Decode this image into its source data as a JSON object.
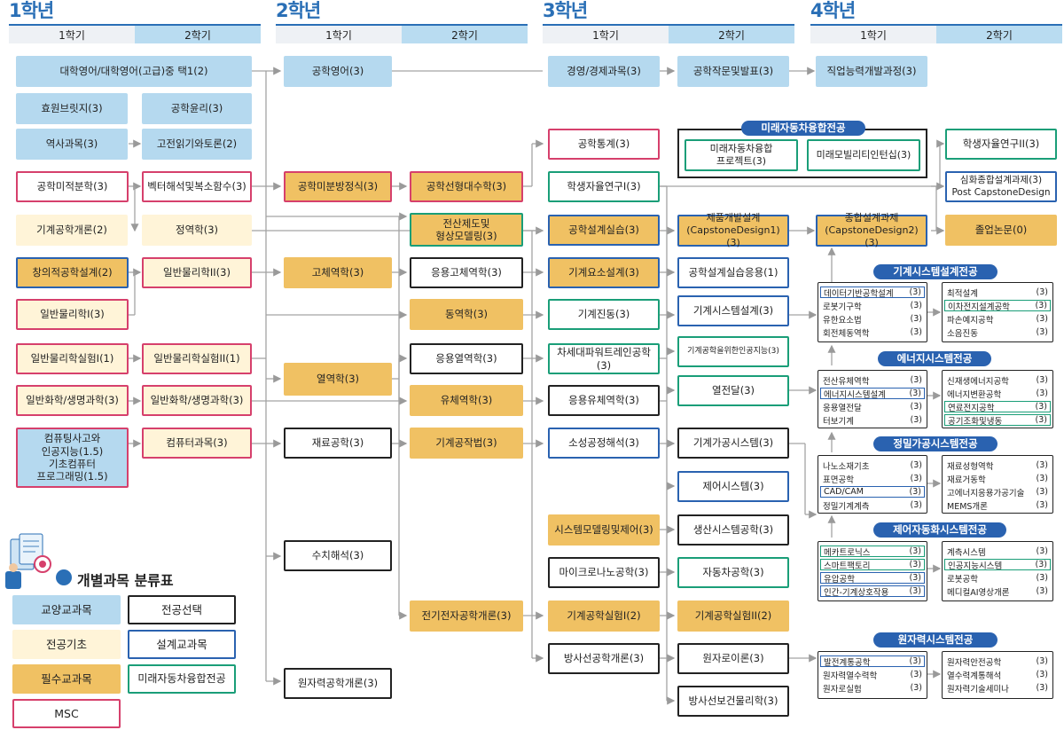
{
  "years": [
    {
      "label": "1학년"
    },
    {
      "label": "2학년"
    },
    {
      "label": "3학년"
    },
    {
      "label": "4학년"
    }
  ],
  "semesters": {
    "s1": "1학기",
    "s2": "2학기"
  },
  "courses": {
    "c_engl": "대학영어/대학영어(고급)중 택1(2)",
    "c_bridge": "효원브릿지(3)",
    "c_ethics": "공학윤리(3)",
    "c_hist": "역사과목(3)",
    "c_classic": "고전읽기와토론(2)",
    "c_calc": "공학미적분학(3)",
    "c_vector": "벡터해석및복소함수(3)",
    "c_mechintro": "기계공학개론(2)",
    "c_statics": "정역학(3)",
    "c_creative": "창의적공학설계(2)",
    "c_phys2": "일반물리학II(3)",
    "c_phys1": "일반물리학I(3)",
    "c_physlab1": "일반물리학실험I(1)",
    "c_physlab2": "일반물리학실험II(1)",
    "c_chem1": "일반화학/생명과학(3)",
    "c_chem2": "일반화학/생명과학(3)",
    "c_computing": "컴퓨팅사고와\n인공지능(1.5)\n기초컴퓨터\n프로그래밍(1.5)",
    "c_computer": "컴퓨터과목(3)",
    "c_engl2": "공학영어(3)",
    "c_diffeq": "공학미분방정식(3)",
    "c_linalg": "공학선형대수학(3)",
    "c_cad": "전산제도및\n형상모델링(3)",
    "c_solid": "고체역학(3)",
    "c_appsolid": "응용고체역학(3)",
    "c_dynamics": "동역학(3)",
    "c_thermo": "열역학(3)",
    "c_appthermo": "응용열역학(3)",
    "c_fluid": "유체역학(3)",
    "c_material": "재료공학(3)",
    "c_manufact": "기계공작법(3)",
    "c_numerical": "수치해석(3)",
    "c_electric": "전기전자공학개론(3)",
    "c_nuclear": "원자력공학개론(3)",
    "c_econ": "경영/경제과목(3)",
    "c_writing": "공학작문및발표(3)",
    "c_career": "직업능력개발과정(3)",
    "c_stats": "공학통계(3)",
    "c_research1": "학생자율연구I(3)",
    "c_designlab": "공학설계실습(3)",
    "c_element": "기계요소설계(3)",
    "c_vibration": "기계진동(3)",
    "c_powertrain": "차세대파워트레인공학(3)",
    "c_appfluid": "응용유체역학(3)",
    "c_plastic": "소성공정해석(3)",
    "c_sysmodel": "시스템모델링및제어(3)",
    "c_micro": "마이크로나노공학(3)",
    "c_mechlab1": "기계공학실험I(2)",
    "c_radiation": "방사선공학개론(3)",
    "c_capstone1": "제품개발설계\n(CapstoneDesign1)(3)",
    "c_designapp": "공학설계실습응용(1)",
    "c_mechsys": "기계시스템설계(3)",
    "c_ai": "기계공학을위한인공지능(3)",
    "c_heat": "열전달(3)",
    "c_machining": "기계가공시스템(3)",
    "c_control": "제어시스템(3)",
    "c_production": "생산시스템공학(3)",
    "c_auto": "자동차공학(3)",
    "c_mechlab2": "기계공학실험II(2)",
    "c_reactor": "원자로이론(3)",
    "c_radprot": "방사선보건물리학(3)",
    "c_capstone2": "종합설계과제\n(CapstoneDesign2)(3)",
    "c_research2": "학생자율연구II(3)",
    "c_postcap": "심화종합설계과제(3)\nPost CapstoneDesign",
    "c_thesis": "졸업논문(0)"
  },
  "future_track": {
    "title": "미래자동차융합전공",
    "items": [
      "미래자동차융합\n프로젝트(3)",
      "미래모빌리티인턴십(3)"
    ]
  },
  "tracks": [
    {
      "title": "기계시스템설계전공",
      "left": [
        {
          "n": "데이터기반공학설계",
          "c": "(3)"
        },
        {
          "n": "로봇기구학",
          "c": "(3)"
        },
        {
          "n": "유한요소법",
          "c": "(3)"
        },
        {
          "n": "회전체동역학",
          "c": "(3)"
        }
      ],
      "right": [
        {
          "n": "최적설계",
          "c": "(3)"
        },
        {
          "n": "이차전지설계공학",
          "c": "(3)"
        },
        {
          "n": "파손예지공학",
          "c": "(3)"
        },
        {
          "n": "소음진동",
          "c": "(3)"
        }
      ]
    },
    {
      "title": "에너지시스템전공",
      "left": [
        {
          "n": "전산유체역학",
          "c": "(3)"
        },
        {
          "n": "에너지시스템설계",
          "c": "(3)"
        },
        {
          "n": "응용열전달",
          "c": "(3)"
        },
        {
          "n": "터보기계",
          "c": "(3)"
        }
      ],
      "right": [
        {
          "n": "신재생에너지공학",
          "c": "(3)"
        },
        {
          "n": "에너지변환공학",
          "c": "(3)"
        },
        {
          "n": "연료전지공학",
          "c": "(3)"
        },
        {
          "n": "공기조화및냉동",
          "c": "(3)"
        }
      ]
    },
    {
      "title": "정밀가공시스템전공",
      "left": [
        {
          "n": "나노소재기초",
          "c": "(3)"
        },
        {
          "n": "표면공학",
          "c": "(3)"
        },
        {
          "n": "CAD/CAM",
          "c": "(3)"
        },
        {
          "n": "정밀기계계측",
          "c": "(3)"
        }
      ],
      "right": [
        {
          "n": "재료성형역학",
          "c": "(3)"
        },
        {
          "n": "재료거동학",
          "c": "(3)"
        },
        {
          "n": "고에너지응용가공기술",
          "c": "(3)"
        },
        {
          "n": "MEMS개론",
          "c": "(3)"
        }
      ]
    },
    {
      "title": "제어자동화시스템전공",
      "left": [
        {
          "n": "메카트로닉스",
          "c": "(3)"
        },
        {
          "n": "스마트팩토리",
          "c": "(3)"
        },
        {
          "n": "유압공학",
          "c": "(3)"
        },
        {
          "n": "인간-기계상호작용",
          "c": "(3)"
        }
      ],
      "right": [
        {
          "n": "계측시스템",
          "c": "(3)"
        },
        {
          "n": "인공지능시스템",
          "c": "(3)"
        },
        {
          "n": "로봇공학",
          "c": "(3)"
        },
        {
          "n": "메디컬AI영상개론",
          "c": "(3)"
        }
      ]
    },
    {
      "title": "원자력시스템전공",
      "left": [
        {
          "n": "발전계통공학",
          "c": "(3)"
        },
        {
          "n": "원자력열수력학",
          "c": "(3)"
        },
        {
          "n": "원자로실험",
          "c": "(3)"
        }
      ],
      "right": [
        {
          "n": "원자력안전공학",
          "c": "(3)"
        },
        {
          "n": "열수력계통해석",
          "c": "(3)"
        },
        {
          "n": "원자력기술세미나",
          "c": "(3)"
        }
      ]
    }
  ],
  "legend": {
    "title": "개별과목 분류표",
    "items": [
      "교양교과목",
      "전공선택",
      "전공기초",
      "설계교과목",
      "필수교과목",
      "미래자동차융합전공",
      "MSC"
    ]
  },
  "colors": {
    "general": "#b5d9ef",
    "foundation": "#fff4d8",
    "required": "#f0c163",
    "msc_border": "#d6406c",
    "design_border": "#2a62b0",
    "elective_border": "#222222",
    "future_border": "#1a9e78",
    "title_blue": "#2a6fb6"
  }
}
